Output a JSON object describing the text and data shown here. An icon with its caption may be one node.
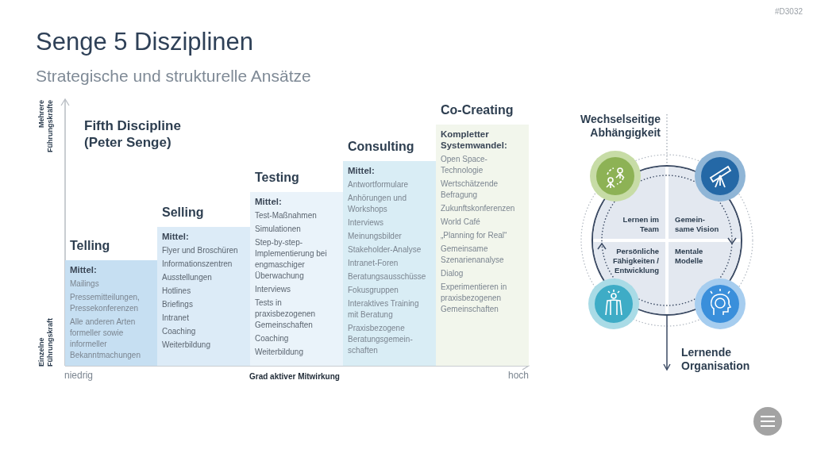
{
  "diagram": {
    "title": "Senge 5 Disziplinen",
    "nodes": [
      {
        "text": [
          "Telling",
          "Mittel:",
          "Mailings",
          "Pressemitteilungen, Pressekonferenzen",
          "Alle anderen Arten formeller sowie informeller Bekanntmachungen"
        ]
      },
      {
        "text": [
          "Selling",
          "Mittel:",
          "Flyer und Broschüren",
          "Informationszentren",
          "Ausstellungen",
          "Hotlines",
          "Briefings",
          "Intranet",
          "Coaching",
          "Weiterbildung"
        ]
      },
      {
        "text": [
          "Testing",
          "Mittel:",
          "Test-Maßnahmen",
          "Simulationen",
          "Step-by-step-Implementierung bei engmaschiger Überwachung",
          "Interviews",
          "Tests in praxisbezogenen Gemeinschaften",
          "Coaching",
          "Weiterbildung"
        ]
      },
      {
        "text": [
          "Consulting",
          "Mittel:",
          "Antwortformulare",
          "Anhörungen und Workshops",
          "Interviews",
          "Meinungsbilder",
          "Stakeholder-Analyse",
          "Intranet-Foren",
          "Beratungsausschüsse",
          "Fokusgruppen",
          "Interaktives Training mit Beratung",
          "Praxisbezogene Beratungsgemein- schaften"
        ]
      },
      {
        "text": [
          "Co-Creating",
          "Kompletter Systemwandel:",
          "Open Space-Technologie",
          "Wertschätzende Befragung",
          "Zukunftskonferenzen",
          "World Café",
          "„Planning for Real“",
          "Gemeinsame Szenarienanalyse",
          "Dialog",
          "Experimentieren in praxisbezogenen Gemeinschaften"
        ]
      },
      {
        "text": [],
        "shape": "circle"
      },
      {
        "text": [
          "Lernen im Team"
        ],
        "in": 5
      },
      {
        "text": [
          "Gemein- same Vision"
        ],
        "in": 5
      },
      {
        "text": [
          "Persönliche Fähigkeiten / Entwicklung"
        ],
        "in": 5
      },
      {
        "text": [
          "Mentale Modelle"
        ],
        "in": 5
      },
      {
        "text": [
          "Lernende Organisation"
        ]
      }
    ],
    "edges": [
      {
        "from": 5,
        "to": 10,
        "arrow": "to"
      }
    ],
    "labels": [
      "#D3032",
      "Strategische und strukturelle Ansätze",
      "Mehrere Führungskräfte",
      "Fifth Discipline (Peter Senge)",
      "Einzelne Führungskraft",
      "niedrig",
      "Grad aktiver Mitwirkung",
      "hoch",
      "Wechselseitige Abhängigkeit"
    ]
  }
}
